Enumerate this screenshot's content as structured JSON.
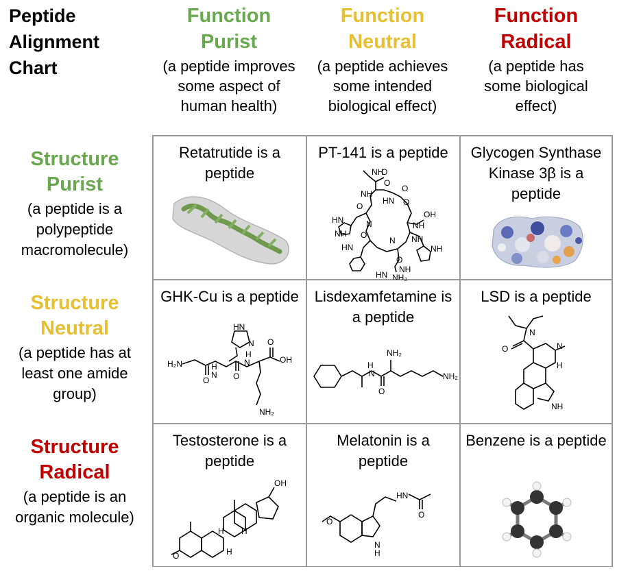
{
  "corner_title": "Peptide\nAlignment\nChart",
  "columns": [
    {
      "line1": "Function",
      "line2": "Purist",
      "desc": "(a peptide improves\nsome aspect of\nhuman health)",
      "color": "#6aa84f"
    },
    {
      "line1": "Function",
      "line2": "Neutral",
      "desc": "(a peptide achieves\nsome intended\nbiological effect)",
      "color": "#e6bf33"
    },
    {
      "line1": "Function",
      "line2": "Radical",
      "desc": "(a peptide has\nsome biological\neffect)",
      "color": "#c00000"
    }
  ],
  "rows": [
    {
      "line1": "Structure",
      "line2": "Purist",
      "desc": "(a peptide is a\npolypeptide\nmacromolecule)",
      "color": "#6aa84f"
    },
    {
      "line1": "Structure",
      "line2": "Neutral",
      "desc": "(a peptide has at\nleast one amide\ngroup)",
      "color": "#e6bf33"
    },
    {
      "line1": "Structure",
      "line2": "Radical",
      "desc": "(a peptide is an\norganic molecule)",
      "color": "#c00000"
    }
  ],
  "cells": [
    {
      "text": "Retatrutide is a peptide",
      "image": "protein-helix-surface"
    },
    {
      "text": "PT-141 is a peptide",
      "image": "cyclic-peptide-structure",
      "atoms": [
        "NH",
        "O",
        "NH",
        "O",
        "O",
        "O",
        "HN",
        "NH",
        "N",
        "N",
        "O",
        "O",
        "OH",
        "NH",
        "O",
        "HN",
        "NH",
        "NH",
        "NH",
        "HN",
        "NH₂",
        "HN"
      ]
    },
    {
      "text": "Glycogen Synthase Kinase 3β is a peptide",
      "image": "protein-surface"
    },
    {
      "text": "GHK-Cu is a peptide",
      "image": "ghk-structure",
      "atoms": [
        "HN",
        "N",
        "H₂N",
        "O",
        "H",
        "N",
        "O",
        "N",
        "H",
        "O",
        "OH",
        "NH₂"
      ]
    },
    {
      "text": "Lisdexamfetamine is a peptide",
      "image": "lisdexamfetamine-structure",
      "atoms": [
        "NH₂",
        "H",
        "N",
        "O",
        "NH₂"
      ]
    },
    {
      "text": "LSD is a peptide",
      "image": "lsd-structure",
      "atoms": [
        "N",
        "O",
        "N",
        "H",
        "NH"
      ]
    },
    {
      "text": "Testosterone is a peptide",
      "image": "testosterone-structure",
      "atoms": [
        "OH",
        "H",
        "H",
        "H",
        "O"
      ]
    },
    {
      "text": "Melatonin is a peptide",
      "image": "melatonin-structure",
      "atoms": [
        "HN",
        "O",
        "O",
        "N",
        "H"
      ]
    },
    {
      "text": "Benzene is a peptide",
      "image": "benzene-ball-and-stick"
    }
  ]
}
